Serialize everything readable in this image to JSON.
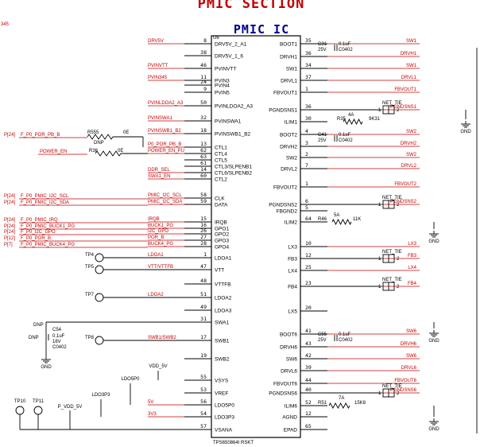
{
  "title": "PMIC SECTION",
  "chip_title": "PMIC IC",
  "page_ref": "345",
  "refdes": "U6",
  "part_number": "TPS650864I RSKT",
  "left_pins": [
    {
      "name": "DRV5V_2_A1",
      "num": "8",
      "net": "DRV5V"
    },
    {
      "name": "DRV5V_1_6",
      "num": "38",
      "net": ""
    },
    {
      "name": "PVINVTT",
      "num": "46",
      "net": "PVINVTT"
    },
    {
      "name": "PVIN3",
      "num": "11",
      "net": "PVIN345"
    },
    {
      "name": "PVIN4",
      "num": "24",
      "net": ""
    },
    {
      "name": "PVIN5",
      "num": "9",
      "net": ""
    },
    {
      "name": "PVINLDOA2_A3",
      "num": "50",
      "net": "PVINLDOA2_A3"
    },
    {
      "name": "PVINSWA1",
      "num": "32",
      "net": "PVINSWA1"
    },
    {
      "name": "PVINSWB1_B2",
      "num": "18",
      "net": "PVINSWB1_B2"
    },
    {
      "name": "CTL1",
      "num": "13",
      "net": "P0_POR_PB_B"
    },
    {
      "name": "CTL4",
      "num": "62",
      "net": "POWER_EN_PU"
    },
    {
      "name": "CTL5",
      "num": "63",
      "net": ""
    },
    {
      "name": "CTL3/SLPENB1",
      "num": "61",
      "net": ""
    },
    {
      "name": "CTL6/SLPENB2",
      "num": "14",
      "net": "DDR_SEL"
    },
    {
      "name": "CTL2",
      "num": "60",
      "net": "SWA1_EN"
    },
    {
      "name": "CLK",
      "num": "58",
      "net": "PMIC_I2C_SCL"
    },
    {
      "name": "DATA",
      "num": "59",
      "net": "PMIC_I2C_SDA"
    },
    {
      "name": "IRQB",
      "num": "15",
      "net": "IRQB"
    },
    {
      "name": "GPO1",
      "num": "16",
      "net": "BUCK1_PG"
    },
    {
      "name": "GPO2",
      "num": "26",
      "net": "I2C_GPO"
    },
    {
      "name": "GPO3",
      "num": "27",
      "net": "POR_B"
    },
    {
      "name": "GPO4",
      "num": "28",
      "net": "BUCK4_PG"
    },
    {
      "name": "LDOA1",
      "num": "1",
      "net": "LDOA1"
    },
    {
      "name": "VTT",
      "num": "47",
      "net": "VTT/VTTFB"
    },
    {
      "name": "VTTFB",
      "num": "48",
      "net": ""
    },
    {
      "name": "LDOA2",
      "num": "51",
      "net": "LDOA2"
    },
    {
      "name": "LDOA3",
      "num": "49",
      "net": ""
    },
    {
      "name": "SWA1",
      "num": "31",
      "net": ""
    },
    {
      "name": "SWB1",
      "num": "17",
      "net": "SWB1/SWB2"
    },
    {
      "name": "SWB2",
      "num": "19",
      "net": ""
    },
    {
      "name": "VSYS",
      "num": "55",
      "net": ""
    },
    {
      "name": "VREF",
      "num": "53",
      "net": ""
    },
    {
      "name": "LDO5P0",
      "num": "56",
      "net": "5V"
    },
    {
      "name": "LDO3P3",
      "num": "54",
      "net": "3V3"
    },
    {
      "name": "VSANA",
      "num": "57",
      "net": ""
    }
  ],
  "right_pins": [
    {
      "name": "BOOT1",
      "num": "35",
      "net": "SW1"
    },
    {
      "name": "DRVH1",
      "num": "36",
      "net": "DRVH1"
    },
    {
      "name": "SW1",
      "num": "34",
      "net": "SW1"
    },
    {
      "name": "DRVL1",
      "num": "37",
      "net": "DRVL1"
    },
    {
      "name": "FBVOUT1",
      "num": "1",
      "net": "FBVOUT1"
    },
    {
      "name": "PGNDSNS1",
      "num": "36",
      "net": "PGNDSNS1"
    },
    {
      "name": "ILIM1",
      "num": "30",
      "net": ""
    },
    {
      "name": "BOOT2",
      "num": "4",
      "net": "SW2"
    },
    {
      "name": "DRVH2",
      "num": "3",
      "net": "DRVH2"
    },
    {
      "name": "SW2",
      "num": "2",
      "net": "SW2"
    },
    {
      "name": "DRVL2",
      "num": "7",
      "net": "DRVL2"
    },
    {
      "name": "FBVOUT2",
      "num": "1",
      "net": "FBVOUT2"
    },
    {
      "name": "PGNDSNS2",
      "num": "6",
      "net": "PGNDSNS2"
    },
    {
      "name": "FBGND2",
      "num": "5",
      "net": ""
    },
    {
      "name": "ILIM2",
      "num": "64",
      "net": ""
    },
    {
      "name": "LX3",
      "num": "10",
      "net": "LX3"
    },
    {
      "name": "FB3",
      "num": "12",
      "net": "FB3"
    },
    {
      "name": "LX4",
      "num": "25",
      "net": "LX4"
    },
    {
      "name": "FB4",
      "num": "23",
      "net": "FB4"
    },
    {
      "name": "LX5",
      "num": "20",
      "net": ""
    },
    {
      "name": "BOOT6",
      "num": "41",
      "net": "SW6"
    },
    {
      "name": "DRVH6",
      "num": "43",
      "net": "DRVH6"
    },
    {
      "name": "SW6",
      "num": "42",
      "net": "SW6"
    },
    {
      "name": "DRVL6",
      "num": "39",
      "net": "DRVL6"
    },
    {
      "name": "FBVOUT6",
      "num": "44",
      "net": "FBVOUT6"
    },
    {
      "name": "PGNDSNS6",
      "num": "40",
      "net": "PGNDSNS6"
    },
    {
      "name": "ILIM6",
      "num": "52",
      "net": ""
    },
    {
      "name": "AGND",
      "num": "12",
      "net": ""
    },
    {
      "name": "EPAD",
      "num": "65",
      "net": ""
    }
  ],
  "left_signals": [
    {
      "page": "P[24]",
      "net": "F_P0_POR_PB_B"
    },
    {
      "page": "",
      "net": "POWER_EN"
    },
    {
      "page": "P[24]",
      "net": "F_P0_PMIC_I2C_SCL"
    },
    {
      "page": "P[24]",
      "net": "F_P0_PMIC_I2C_SDA"
    },
    {
      "page": "P[24]",
      "net": "F_P0_PMIC_IRQ"
    },
    {
      "page": "P[24]",
      "net": "F_P0_PMIC_BUCK1_PG"
    },
    {
      "page": "P[24]",
      "net": "F_P0_I2C_GPO"
    },
    {
      "page": "P[12]",
      "net": "F_P0_POR_B"
    },
    {
      "page": "P[7]",
      "net": "F_P0_PMIC_BUCK4_PG"
    }
  ],
  "resistors": [
    {
      "ref": "R555",
      "val": "0E",
      "note": "DNP"
    },
    {
      "ref": "R36",
      "val": "0E",
      "note": ""
    },
    {
      "ref": "R35",
      "val": "9K31",
      "note": "4A"
    },
    {
      "ref": "R46",
      "val": "11K",
      "note": "5A"
    },
    {
      "ref": "R51",
      "val": "15K8",
      "note": "7A"
    }
  ],
  "caps": [
    {
      "ref": "C31",
      "val": "0.1uF",
      "volt": "25V",
      "pkg": "C0402"
    },
    {
      "ref": "C41",
      "val": "0.1uF",
      "volt": "25V",
      "pkg": "C0402"
    },
    {
      "ref": "C55",
      "val": "0.1uF",
      "volt": "25V",
      "pkg": "C0402"
    },
    {
      "ref": "C54",
      "val": "0.1uF",
      "volt": "16V",
      "pkg": "C0402",
      "note": "DNP"
    }
  ],
  "testpoints": [
    "TP4",
    "TP5",
    "TP7",
    "TP8",
    "TP10",
    "TP11"
  ],
  "net_ties": [
    {
      "label": "NET_TIE",
      "p1": "1",
      "p2": "2"
    },
    {
      "label": "NET_TIE",
      "p1": "1",
      "p2": "2"
    },
    {
      "label": "NET_TIE",
      "p1": "1",
      "p2": "2"
    },
    {
      "label": "NET_TIE",
      "p1": "1",
      "p2": "2"
    },
    {
      "label": "NET_TIE",
      "p1": "1",
      "p2": "2"
    }
  ],
  "labels": {
    "gnd": "GND",
    "vdd_5v": "VDD_5V",
    "p_vdd_5v": "P_VDD_5V",
    "ldo5p0": "LDO5P0",
    "ldo3p3": "LDO3P3",
    "dnp": "DNP"
  }
}
